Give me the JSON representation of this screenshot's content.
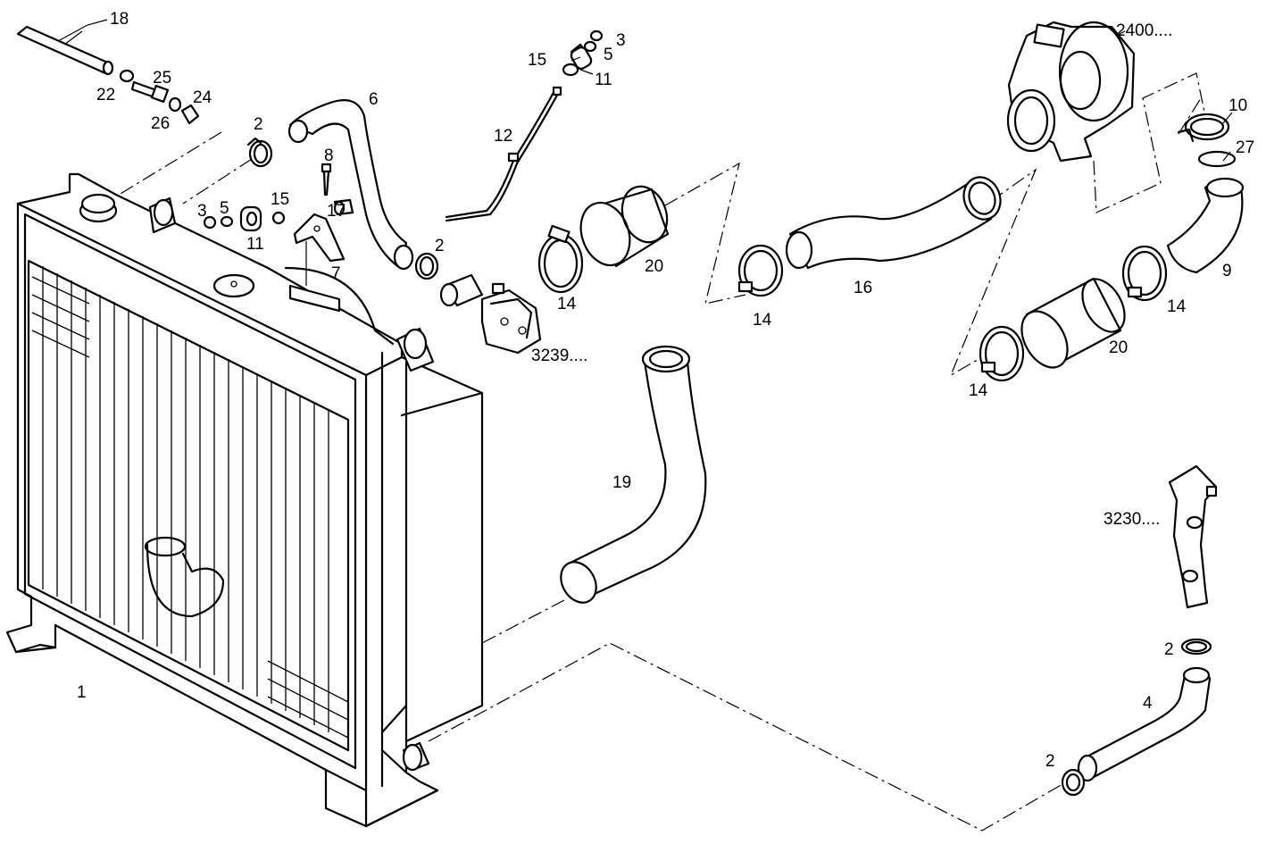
{
  "diagram": {
    "labels": [
      {
        "id": "1",
        "text": "1"
      },
      {
        "id": "2a",
        "text": "2"
      },
      {
        "id": "2b",
        "text": "2"
      },
      {
        "id": "2c",
        "text": "2"
      },
      {
        "id": "2d",
        "text": "2"
      },
      {
        "id": "3a",
        "text": "3"
      },
      {
        "id": "3b",
        "text": "3"
      },
      {
        "id": "4",
        "text": "4"
      },
      {
        "id": "5a",
        "text": "5"
      },
      {
        "id": "5b",
        "text": "5"
      },
      {
        "id": "6",
        "text": "6"
      },
      {
        "id": "7",
        "text": "7"
      },
      {
        "id": "8",
        "text": "8"
      },
      {
        "id": "9",
        "text": "9"
      },
      {
        "id": "10",
        "text": "10"
      },
      {
        "id": "11a",
        "text": "11"
      },
      {
        "id": "11b",
        "text": "11"
      },
      {
        "id": "12",
        "text": "12"
      },
      {
        "id": "14a",
        "text": "14"
      },
      {
        "id": "14b",
        "text": "14"
      },
      {
        "id": "14c",
        "text": "14"
      },
      {
        "id": "14d",
        "text": "14"
      },
      {
        "id": "15a",
        "text": "15"
      },
      {
        "id": "15b",
        "text": "15"
      },
      {
        "id": "16",
        "text": "16"
      },
      {
        "id": "17",
        "text": "17"
      },
      {
        "id": "18",
        "text": "18"
      },
      {
        "id": "19",
        "text": "19"
      },
      {
        "id": "20a",
        "text": "20"
      },
      {
        "id": "20b",
        "text": "20"
      },
      {
        "id": "22",
        "text": "22"
      },
      {
        "id": "24",
        "text": "24"
      },
      {
        "id": "25",
        "text": "25"
      },
      {
        "id": "26",
        "text": "26"
      },
      {
        "id": "27",
        "text": "27"
      },
      {
        "id": "2400",
        "text": "2400...."
      },
      {
        "id": "3230",
        "text": "3230...."
      },
      {
        "id": "3239",
        "text": "3239...."
      }
    ]
  }
}
